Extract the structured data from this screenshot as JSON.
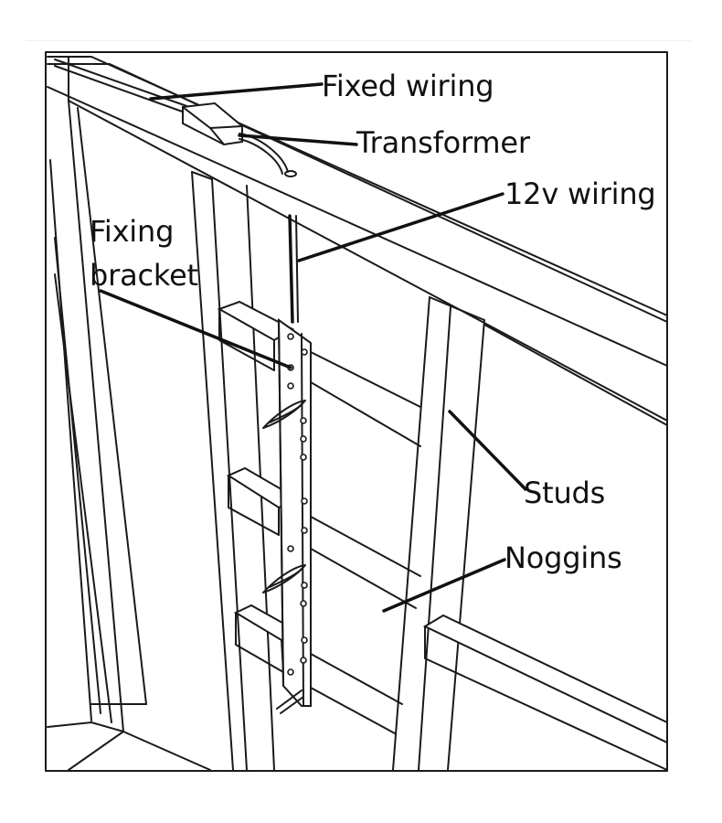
{
  "labels": {
    "fixed_wiring": "Fixed wiring",
    "transformer": "Transformer",
    "wiring_12v": "12v wiring",
    "fixing_bracket_line1": "Fixing",
    "fixing_bracket_line2": "bracket",
    "studs": "Studs",
    "noggins": "Noggins"
  },
  "colors": {
    "line": "#1a1a1a",
    "background": "#ffffff"
  }
}
